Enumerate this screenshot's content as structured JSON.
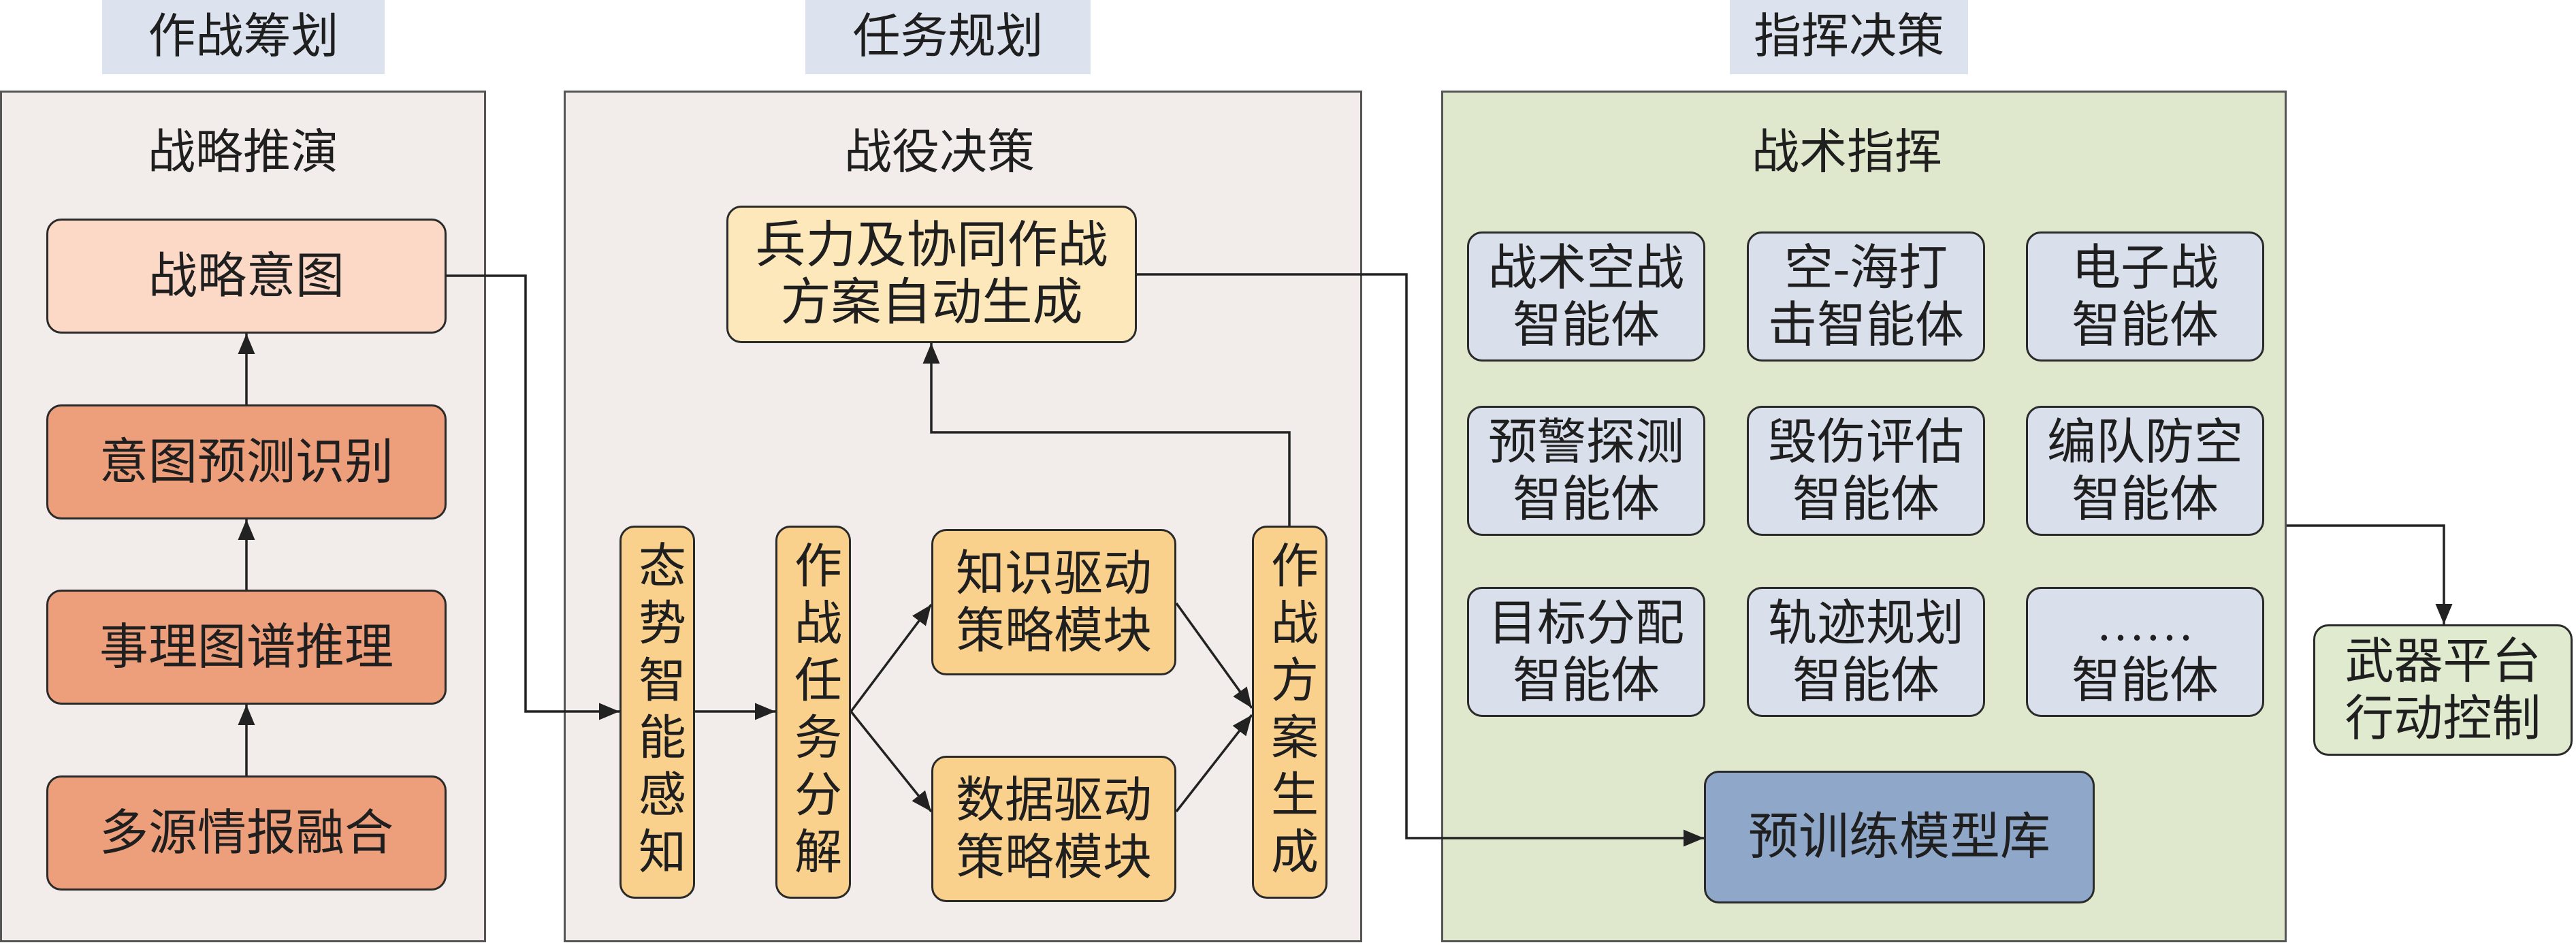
{
  "headers": {
    "planning": "作战筹划",
    "mission": "任务规划",
    "command": "指挥决策"
  },
  "strategic": {
    "title": "战略推演",
    "intent": "战略意图",
    "intent_prediction": "意图预测识别",
    "event_graph": "事理图谱推理",
    "fusion": "多源情报融合"
  },
  "campaign": {
    "title": "战役决策",
    "force_plan": [
      "兵力及协同作战",
      "方案自动生成"
    ],
    "perception": "态势智能感知",
    "decomposition": "作战任务分解",
    "knowledge_module": [
      "知识驱动",
      "策略模块"
    ],
    "data_module": [
      "数据驱动",
      "策略模块"
    ],
    "plan_generation": "作战方案生成"
  },
  "tactical": {
    "title": "战术指挥",
    "agents": [
      [
        "战术空战",
        "智能体"
      ],
      [
        "空-海打",
        "击智能体"
      ],
      [
        "电子战",
        "智能体"
      ],
      [
        "预警探测",
        "智能体"
      ],
      [
        "毁伤评估",
        "智能体"
      ],
      [
        "编队防空",
        "智能体"
      ],
      [
        "目标分配",
        "智能体"
      ],
      [
        "轨迹规划",
        "智能体"
      ],
      [
        "……",
        "智能体"
      ]
    ],
    "model_library": "预训练模型库"
  },
  "weapon_control": [
    "武器平台",
    "行动控制"
  ],
  "colors": {
    "header_label": "#dce3ee",
    "neutral_panel": "#f2edea",
    "tactical_panel": "#dfe8cc",
    "intent_box": "#fcd9c7",
    "reasoning_box": "#ed9f7c",
    "force_plan_box": "#fde8bc",
    "campaign_box": "#f9d18c",
    "agent_box": "#d9e0ec",
    "model_library_box": "#8fa8ca",
    "weapon_box": "#e0eacf"
  }
}
